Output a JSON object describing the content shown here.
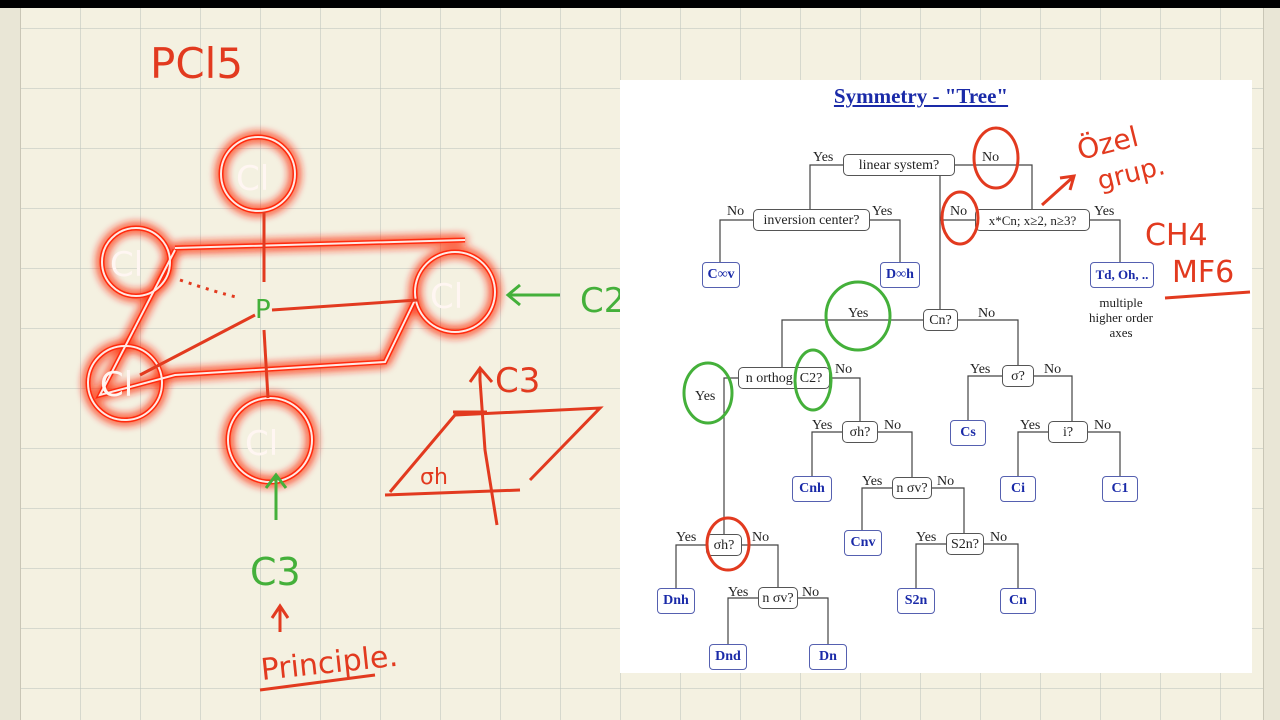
{
  "page": {
    "title": "PCl5"
  },
  "molecule": {
    "atoms": {
      "top": "Cl",
      "left": "Cl",
      "right": "Cl",
      "front": "Cl",
      "bottom": "Cl",
      "center": "P"
    },
    "c2_label": "C2",
    "c3_label": "C3",
    "c3_bottom_label": "C3",
    "sigma_label": "σh",
    "principle_label": "Principle."
  },
  "annotations": {
    "ozel": "Özel",
    "grup": "grup.",
    "ch4": "CH4",
    "mf6": "MF6"
  },
  "tree": {
    "title": "Symmetry - \"Tree\"",
    "questions": {
      "linear": "linear system?",
      "inversion": "inversion center?",
      "xcn": "x*Cn; x≥2, n≥3?",
      "cn": "Cn?",
      "northog": "n orthog. C2?",
      "sigma": "σ?",
      "sigma_h_a": "σh?",
      "i": "i?",
      "n_sigma_v_a": "n σv?",
      "sigma_h_b": "σh?",
      "s2n": "S2n?",
      "n_sigma_v_b": "n σv?"
    },
    "groups": {
      "cinfv": "C∞v",
      "dinfh": "D∞h",
      "td": "Td, Oh, ..",
      "cs": "Cs",
      "cnh": "Cnh",
      "ci": "Ci",
      "c1": "C1",
      "cnv": "Cnv",
      "dnh": "Dnh",
      "s2n": "S2n",
      "cn": "Cn",
      "dnd": "Dnd",
      "dn": "Dn"
    },
    "yes": "Yes",
    "no": "No",
    "note": "multiple higher order axes"
  },
  "colors": {
    "red": "#e23a1f",
    "green": "#44b03a",
    "tree_blue": "#1a2aa8"
  }
}
